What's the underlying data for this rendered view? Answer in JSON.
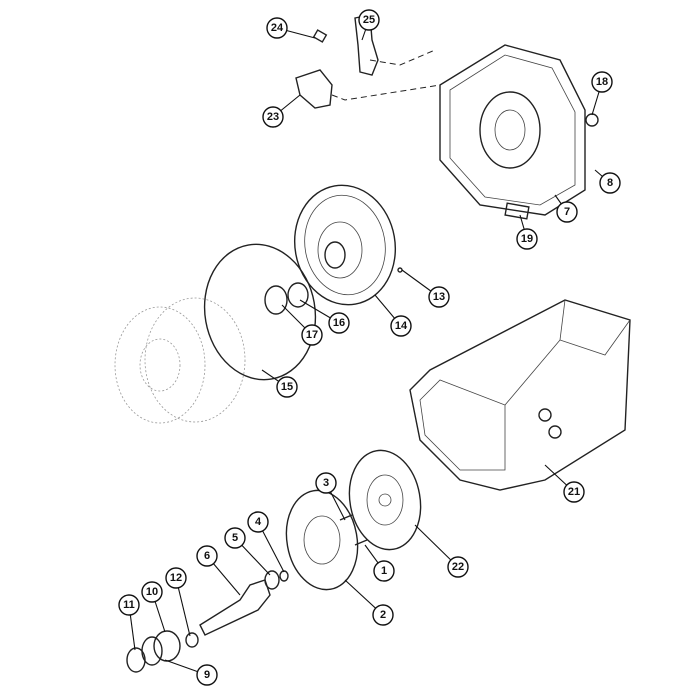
{
  "diagram": {
    "type": "exploded-parts-view",
    "callouts": [
      "24",
      "25",
      "23",
      "18",
      "8",
      "7",
      "19",
      "13",
      "14",
      "16",
      "17",
      "15",
      "21",
      "3",
      "4",
      "5",
      "6",
      "1",
      "22",
      "2",
      "12",
      "10",
      "11",
      "9"
    ]
  }
}
